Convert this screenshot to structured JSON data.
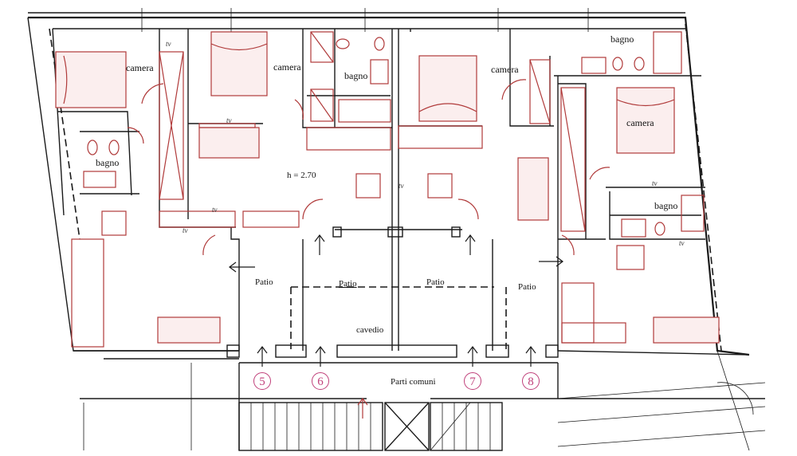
{
  "rooms": {
    "camera_1": "camera",
    "camera_2": "camera",
    "camera_3": "camera",
    "camera_4": "camera",
    "bagno_1": "bagno",
    "bagno_2": "bagno",
    "bagno_3": "bagno",
    "bagno_4": "bagno"
  },
  "ceiling_height": "h = 2.70",
  "patios": {
    "patio_left": "Patio",
    "patio_center_left": "Patio",
    "patio_center_right": "Patio",
    "patio_right": "Patio"
  },
  "courtyard": "cavedio",
  "common_area": "Parti comuni",
  "unit_numbers": [
    "5",
    "6",
    "7",
    "8"
  ],
  "furniture_marks": [
    "tv",
    "tv",
    "tv",
    "tv",
    "tv",
    "tv",
    "tv"
  ],
  "colors": {
    "walls": "#1a1a1a",
    "furniture": "#b03a3a",
    "unit_markers": "#c0407a",
    "background": "#ffffff"
  }
}
